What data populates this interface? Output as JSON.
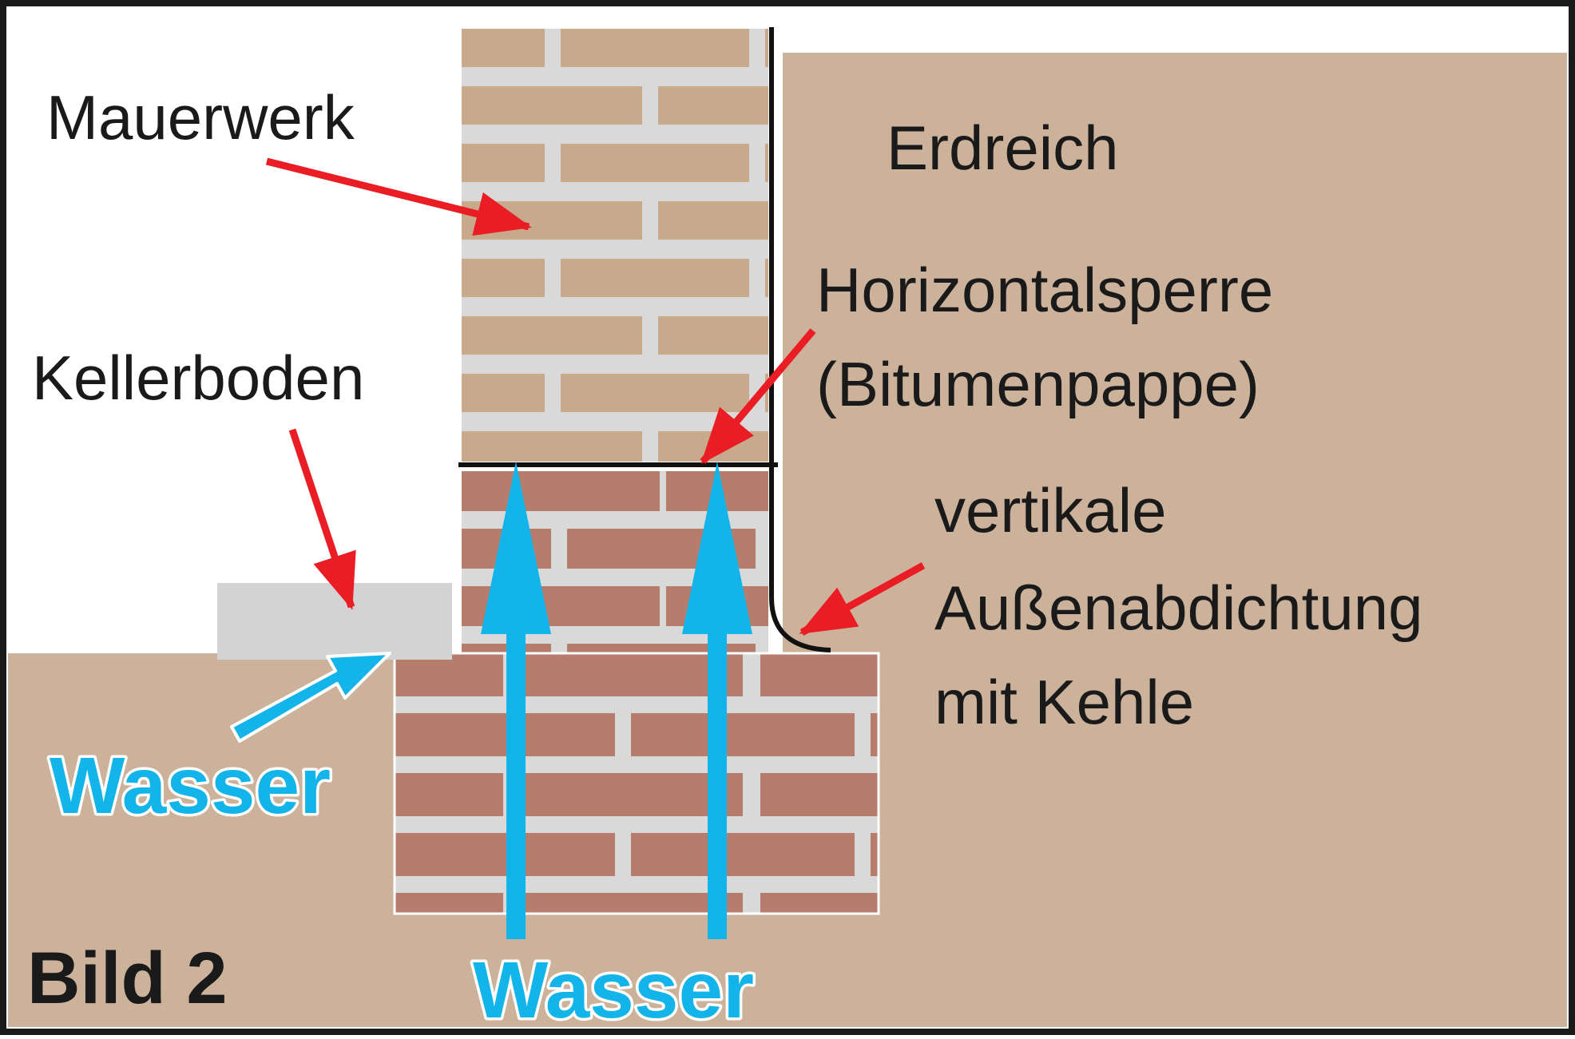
{
  "figure": {
    "caption": "Bild 2"
  },
  "labels": {
    "masonry": "Mauerwerk",
    "soil": "Erdreich",
    "horizontal_barrier_line1": "Horizontalsperre",
    "horizontal_barrier_line2": "(Bitumenpappe)",
    "cellar_floor": "Kellerboden",
    "vertical_seal_line1": "vertikale",
    "vertical_seal_line2": "Außenabdichtung",
    "vertical_seal_line3": "mit Kehle",
    "water_left": "Wasser",
    "water_bottom": "Wasser"
  },
  "colors": {
    "soil": "#cdb29b",
    "upper_brick": "#c9a98c",
    "lower_brick": "#b67d6c",
    "mortar": "#d9d9d9",
    "floor_slab": "#d3d3d3",
    "pointer_arrow": "#ea1d25",
    "water_arrow": "#12b4ea",
    "seal_line": "#111111",
    "frame": "#1a1a1a"
  }
}
